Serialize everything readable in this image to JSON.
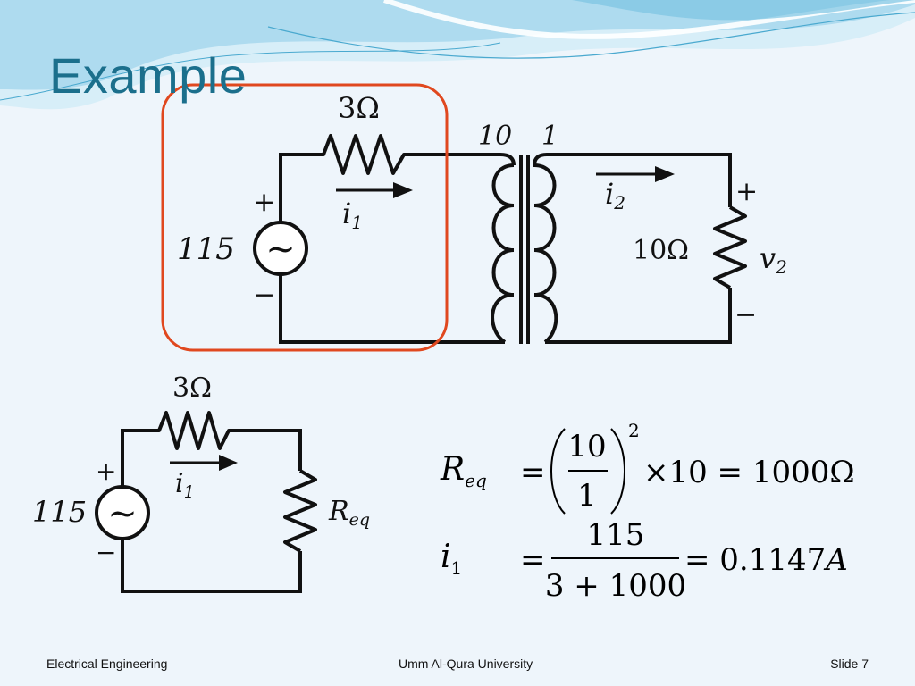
{
  "slide": {
    "title": "Example",
    "footer": {
      "left": "Electrical Engineering",
      "center": "Umm Al-Qura University",
      "right": "Slide 7"
    }
  },
  "circuit_top": {
    "resistor_label": "3Ω",
    "turns_primary": "10",
    "turns_secondary": "1",
    "current1": "i",
    "current1_sub": "1",
    "current2": "i",
    "current2_sub": "2",
    "source_value": "115",
    "source_symbol": "~",
    "plus": "+",
    "minus": "−",
    "load_label": "10Ω",
    "voltage_label": "v",
    "voltage_sub": "2",
    "out_plus": "+",
    "out_minus": "−"
  },
  "circuit_bottom": {
    "resistor_label": "3Ω",
    "current": "i",
    "current_sub": "1",
    "source_value": "115",
    "source_symbol": "~",
    "plus": "+",
    "minus": "−",
    "req": "R",
    "req_sub": "eq"
  },
  "equations": {
    "req_lhs": "R",
    "req_lhs_sub": "eq",
    "eq1_eq": "=",
    "eq1_num": "10",
    "eq1_den": "1",
    "eq1_exp": "2",
    "eq1_rest": "×10 = 1000Ω",
    "i1_lhs": "i",
    "i1_lhs_sub": "1",
    "eq2_eq": "=",
    "eq2_num": "115",
    "eq2_den": "3 + 1000",
    "eq2_rest": "= 0.1147",
    "eq2_unit": "A"
  },
  "colors": {
    "title": "#1b6f8c",
    "highlight_box": "#e0481f",
    "wave_light": "#bfe3f2",
    "wave_dark": "#4aa9cf"
  }
}
